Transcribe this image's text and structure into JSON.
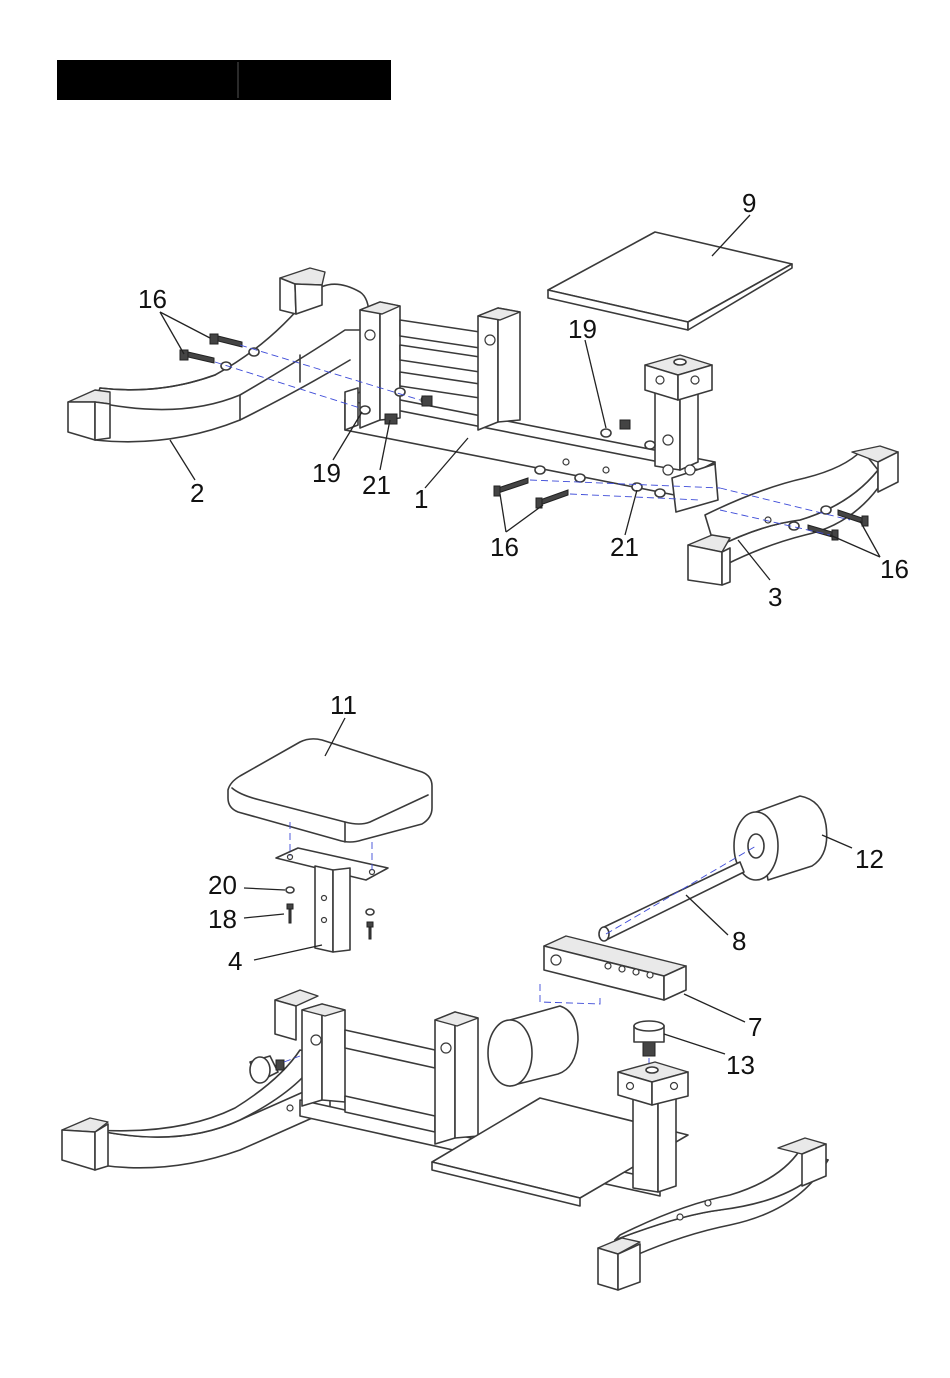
{
  "header_bar": {
    "color": "#000000"
  },
  "axis_color": "#3d4bd8",
  "labels": {
    "p9": "9",
    "p16a": "16",
    "p19a": "19",
    "p19b": "19",
    "p2": "2",
    "p21a": "21",
    "p1": "1",
    "p16b": "16",
    "p21b": "21",
    "p3": "3",
    "p16c": "16",
    "p11": "11",
    "p12": "12",
    "p20": "20",
    "p18": "18",
    "p8": "8",
    "p4": "4",
    "p7": "7",
    "p13": "13"
  }
}
